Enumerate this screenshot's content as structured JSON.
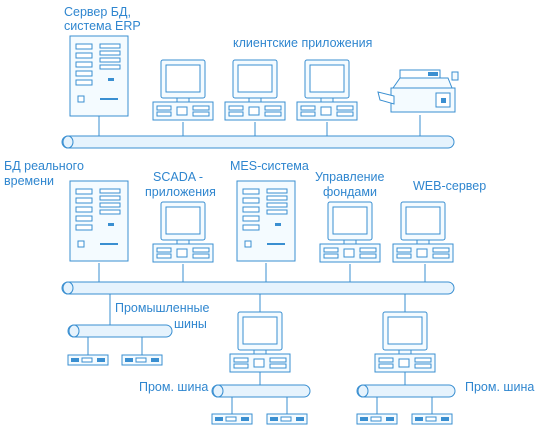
{
  "labels": {
    "erp_server": [
      "Сервер БД,",
      "система ERP"
    ],
    "client_apps": "клиентские приложения",
    "realtime_db": [
      "БД реального",
      "времени"
    ],
    "scada": [
      "SCADA -",
      "приложения"
    ],
    "mes": "MES-система",
    "funds": [
      "Управление",
      "фондами"
    ],
    "web_server": "WEB-сервер",
    "industrial_buses": [
      "Промышленные",
      "шины"
    ],
    "fieldbus_left": "Пром. шина",
    "fieldbus_right": "Пром. шина"
  },
  "colors": {
    "stroke": "#3a8fd1",
    "text": "#2f86cf",
    "bus_fill": "#e6f3fd"
  },
  "icons": [
    "server-tower-icon",
    "workstation-icon",
    "printer-icon",
    "field-device-icon",
    "bus-cylinder-icon"
  ]
}
